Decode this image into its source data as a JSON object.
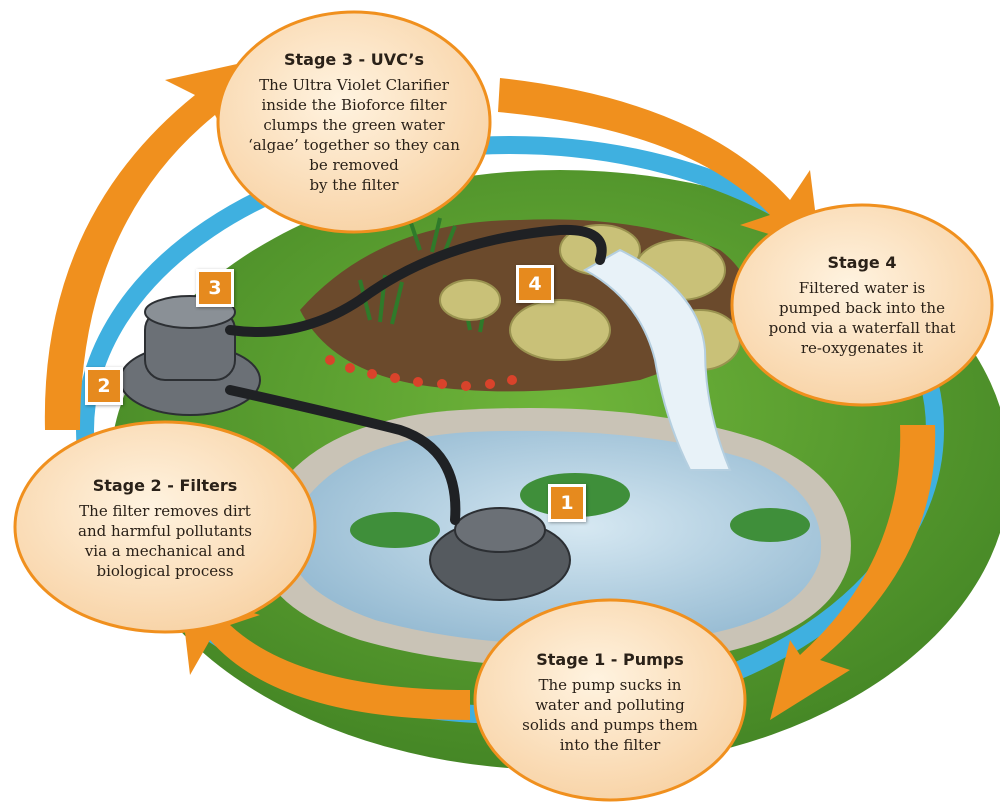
{
  "stages": [
    {
      "title": "Stage 1 - Pumps",
      "body": "The pump sucks in\nwater and polluting\nsolids and pumps them\ninto the filter"
    },
    {
      "title": "Stage 2 - Filters",
      "body": "The filter removes dirt\nand harmful pollutants\nvia a mechanical and\nbiological process"
    },
    {
      "title": "Stage 3 - UVC’s",
      "body": "The Ultra Violet Clarifier\ninside the Bioforce filter\nclumps the green water\n‘algae’ together so they can\nbe removed\nby the filter"
    },
    {
      "title": "Stage 4",
      "body": "Filtered water is\npumped back into the\npond via a waterfall that\nre-oxygenates it"
    }
  ],
  "markers": [
    "1",
    "2",
    "3",
    "4"
  ],
  "colors": {
    "arrow": "#f0901e",
    "ring": "#3fb0e0",
    "bubble_fill": "#fbe1bf",
    "bubble_stroke": "#f0901e",
    "marker": "#e68a1e",
    "grass": "#4f9a2c",
    "water": "#a9c9de"
  }
}
